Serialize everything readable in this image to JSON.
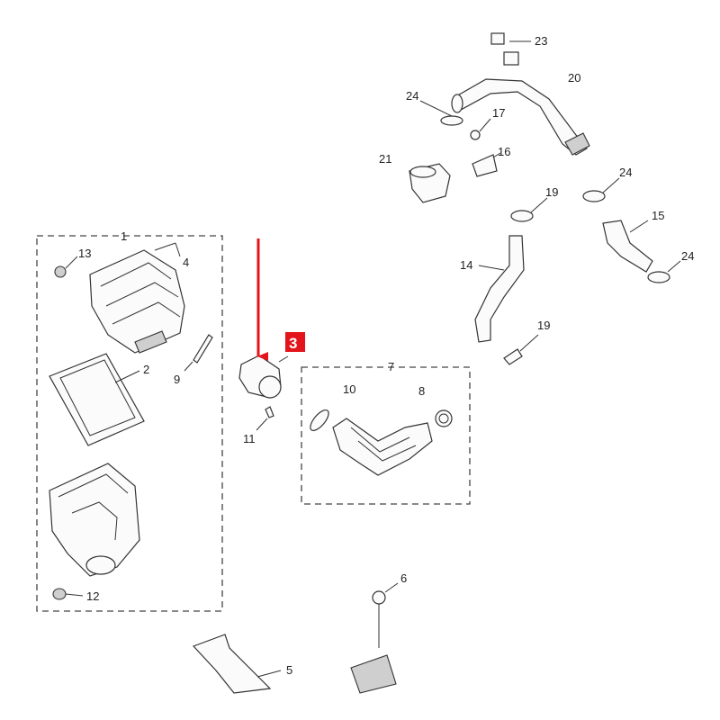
{
  "labels": {
    "l1": "1",
    "l2": "2",
    "l3": "3",
    "l4": "4",
    "l5": "5",
    "l6": "6",
    "l7": "7",
    "l8": "8",
    "l9": "9",
    "l10": "10",
    "l11": "11",
    "l12": "12",
    "l13": "13",
    "l14": "14",
    "l15": "15",
    "l16": "16",
    "l17": "17",
    "l19a": "19",
    "l19b": "19",
    "l20": "20",
    "l21": "21",
    "l23": "23",
    "l24a": "24",
    "l24b": "24",
    "l24c": "24"
  },
  "colors": {
    "highlight": "#e3141b",
    "ink": "#333333"
  },
  "highlighted_part": "3"
}
